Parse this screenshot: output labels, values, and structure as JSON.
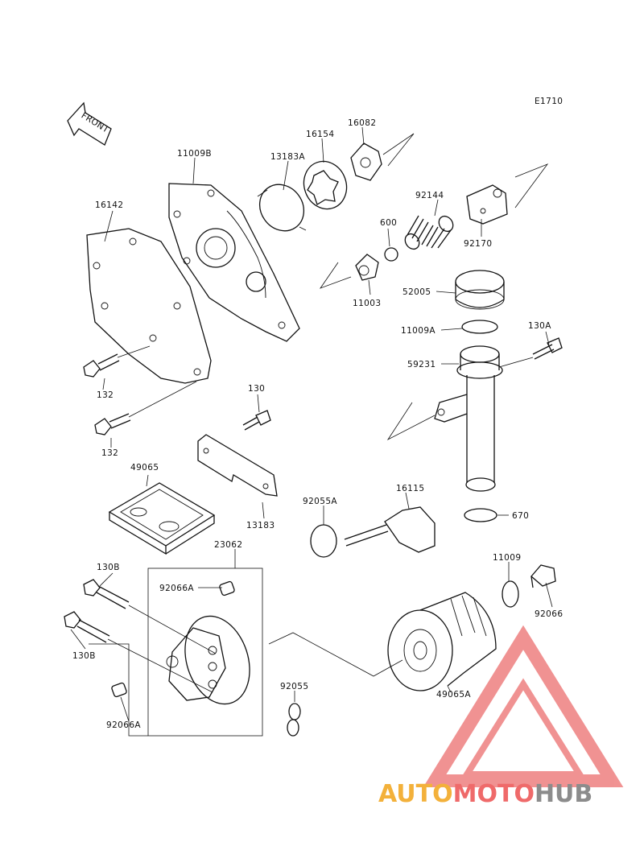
{
  "diagram": {
    "code": "E1710",
    "front_arrow_text": "FRONT",
    "parts": {
      "p11009b": "11009B",
      "p13183a": "13183A",
      "p16154": "16154",
      "p16082": "16082",
      "p16142": "16142",
      "p92144": "92144",
      "p600": "600",
      "p92170": "92170",
      "p11003": "11003",
      "p52005": "52005",
      "p11009a": "11009A",
      "p130a": "130A",
      "p59231": "59231",
      "p132a": "132",
      "p132b": "132",
      "p130": "130",
      "p49065": "49065",
      "p13183": "13183",
      "p92055a": "92055A",
      "p16115": "16115",
      "p670": "670",
      "p23062": "23062",
      "p130b_1": "130B",
      "p130b_2": "130B",
      "p92066a_1": "92066A",
      "p92066a_2": "92066A",
      "p11009": "11009",
      "p92066": "92066",
      "p92055": "92055",
      "p49065a": "49065A"
    }
  },
  "watermark": {
    "auto": "AUTO",
    "moto": "MOTO",
    "hub": "HUB",
    "colors": {
      "auto": "#f3b13b",
      "moto": "#ef6a6a",
      "hub": "#8c8c8c",
      "triangle": "#ee8080"
    }
  }
}
